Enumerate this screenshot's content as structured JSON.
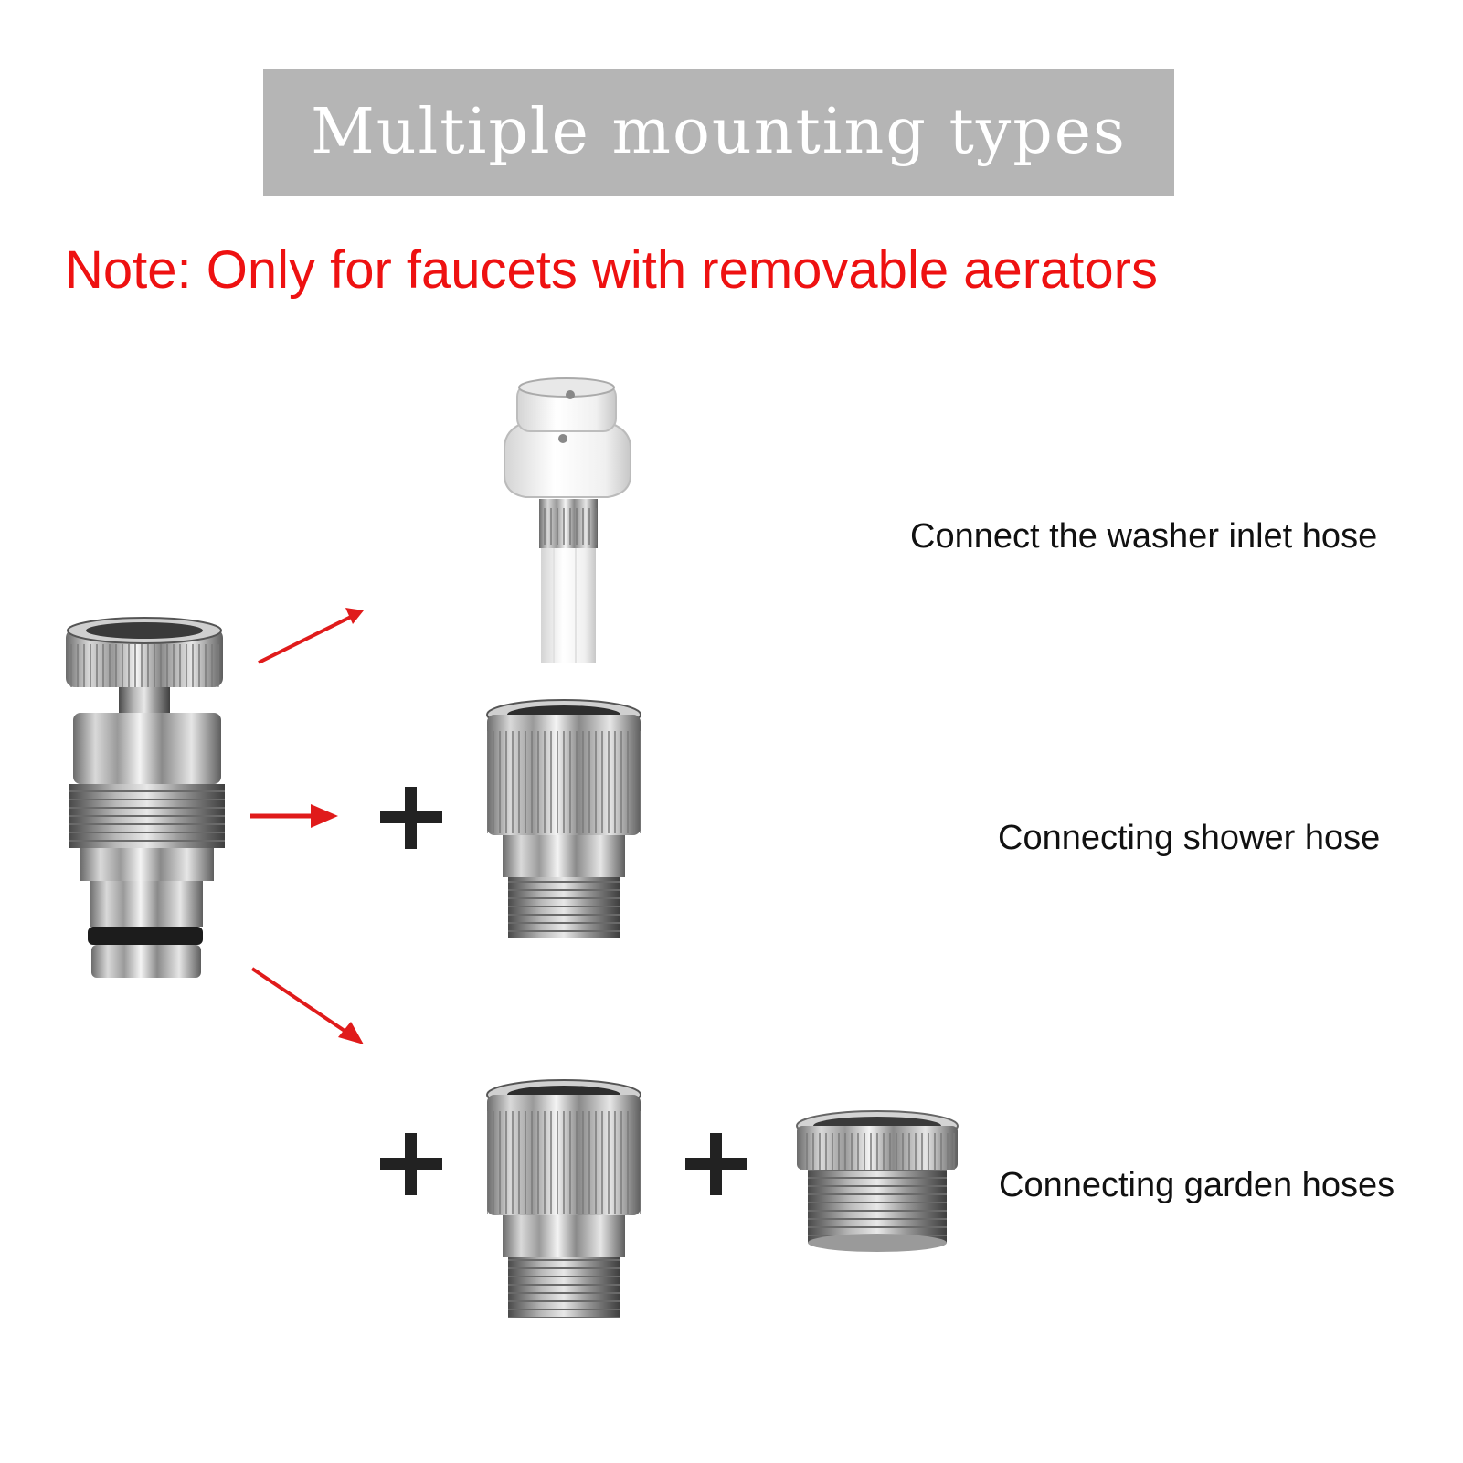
{
  "title": "Multiple mounting types",
  "note": "Note: Only for faucets with removable aerators",
  "options": [
    {
      "label": "Connect the washer inlet hose"
    },
    {
      "label": "Connecting shower hose"
    },
    {
      "label": "Connecting garden hoses"
    }
  ],
  "colors": {
    "banner_bg": "#b5b5b5",
    "note_red": "#ee1111",
    "arrow_red": "#e01b1b",
    "plus_dark": "#222222"
  },
  "icons": {
    "main_adapter": "faucet-quick-connector-image",
    "washer_hose": "washer-inlet-hose-image",
    "shower_connector": "shower-hose-connector-image",
    "garden_connector": "garden-hose-connector-image",
    "garden_adapter": "threaded-adapter-ring-image"
  }
}
